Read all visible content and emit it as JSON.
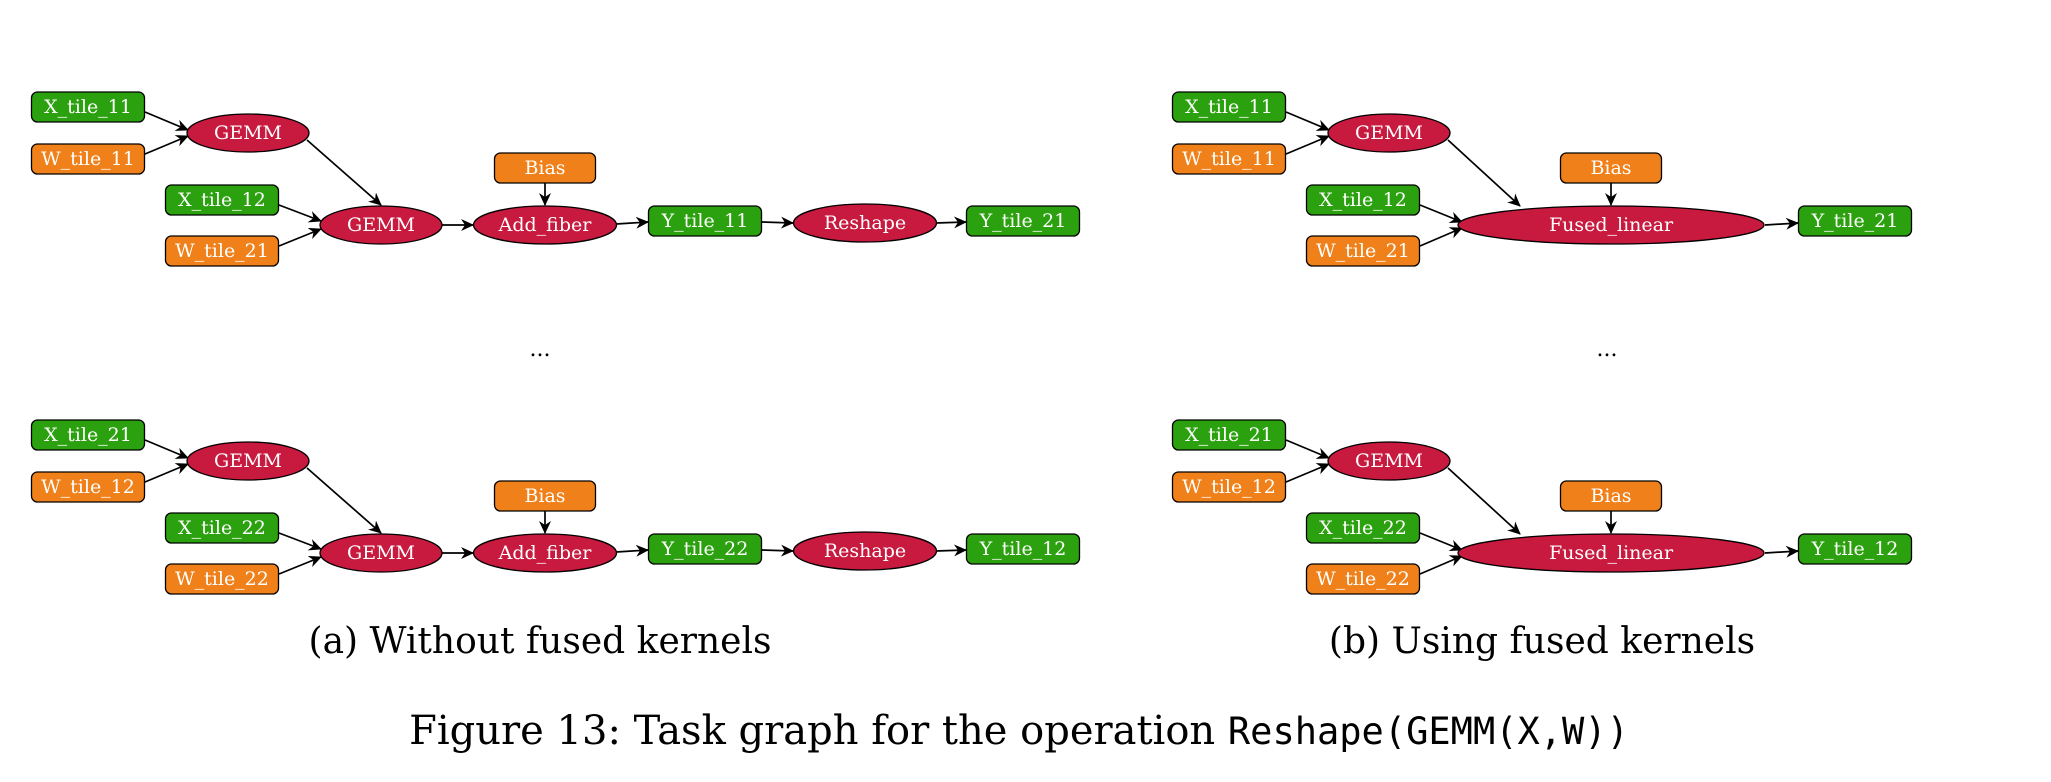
{
  "colors": {
    "input_x": "#2ca10f",
    "input_w": "#f08019",
    "op": "#c8193f",
    "edge": "#000000"
  },
  "panel_a": {
    "subcaption": "(a) Without fused kernels",
    "groups": [
      {
        "x_tile_a": "X_tile_11",
        "w_tile_a": "W_tile_11",
        "gemm1": "GEMM",
        "x_tile_b": "X_tile_12",
        "w_tile_b": "W_tile_21",
        "gemm2": "GEMM",
        "bias": "Bias",
        "add": "Add_fiber",
        "y_mid": "Y_tile_11",
        "reshape": "Reshape",
        "y_out": "Y_tile_21"
      },
      {
        "x_tile_a": "X_tile_21",
        "w_tile_a": "W_tile_12",
        "gemm1": "GEMM",
        "x_tile_b": "X_tile_22",
        "w_tile_b": "W_tile_22",
        "gemm2": "GEMM",
        "bias": "Bias",
        "add": "Add_fiber",
        "y_mid": "Y_tile_22",
        "reshape": "Reshape",
        "y_out": "Y_tile_12"
      }
    ],
    "ellipsis": "..."
  },
  "panel_b": {
    "subcaption": "(b) Using fused kernels",
    "groups": [
      {
        "x_tile_a": "X_tile_11",
        "w_tile_a": "W_tile_11",
        "gemm1": "GEMM",
        "x_tile_b": "X_tile_12",
        "w_tile_b": "W_tile_21",
        "bias": "Bias",
        "fused": "Fused_linear",
        "y_out": "Y_tile_21"
      },
      {
        "x_tile_a": "X_tile_21",
        "w_tile_a": "W_tile_12",
        "gemm1": "GEMM",
        "x_tile_b": "X_tile_22",
        "w_tile_b": "W_tile_22",
        "bias": "Bias",
        "fused": "Fused_linear",
        "y_out": "Y_tile_12"
      }
    ],
    "ellipsis": "..."
  },
  "caption": {
    "prefix": "Figure 13: Task graph for the operation ",
    "code": "Reshape(GEMM(X,W))"
  }
}
